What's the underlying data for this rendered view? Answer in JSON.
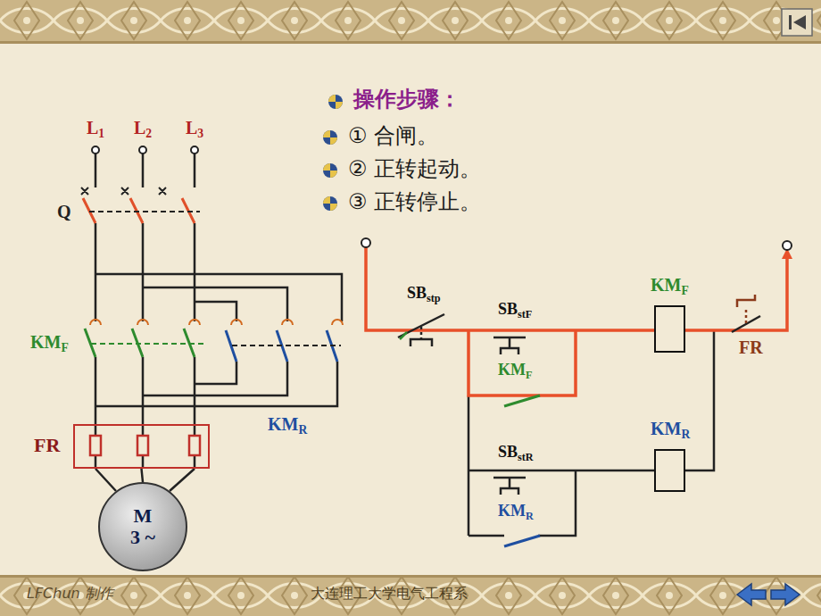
{
  "diagram": {
    "nodes": [
      {
        "text": [
          "FR"
        ]
      },
      {
        "text": [
          "M",
          "3 ~"
        ]
      },
      {
        "text": [
          "KMF"
        ]
      },
      {
        "text": [
          "KMR"
        ]
      }
    ],
    "edges": [
      {
        "from": 0,
        "to": 1,
        "arrow": "none"
      }
    ],
    "labels": [
      "L1",
      "L2",
      "L3",
      "Q",
      "KMF",
      "KMR",
      "操作步骤：",
      "① 合闸。",
      "② 正转起动。",
      "③ 正转停止。",
      "SBstp",
      "SBstF",
      "KMF",
      "FR",
      "SBstR",
      "KMR",
      "LFChun 制作",
      "大连理工大学电气工程系"
    ]
  }
}
